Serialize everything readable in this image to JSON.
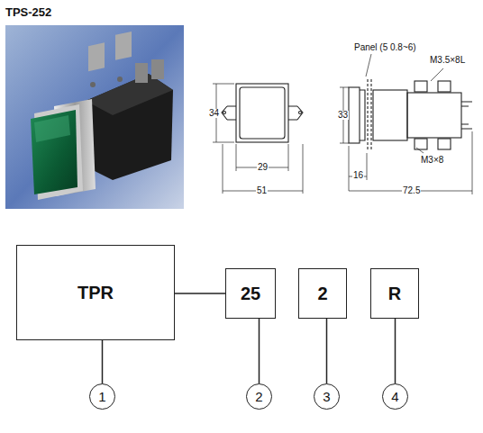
{
  "diagram": {
    "title": "TPS-252",
    "nodes": [
      {
        "text": [
          "TPR"
        ]
      },
      {
        "text": [
          "25"
        ]
      },
      {
        "text": [
          "2"
        ]
      },
      {
        "text": [
          "R"
        ]
      },
      {
        "text": [
          "1"
        ]
      },
      {
        "text": [
          "2"
        ]
      },
      {
        "text": [
          "3"
        ]
      },
      {
        "text": [
          "4"
        ]
      }
    ],
    "edges": [
      {
        "from": 0,
        "to": 1,
        "arrow": "none"
      },
      {
        "from": 0,
        "to": 4,
        "arrow": "none"
      },
      {
        "from": 1,
        "to": 5,
        "arrow": "none"
      },
      {
        "from": 2,
        "to": 6,
        "arrow": "none"
      },
      {
        "from": 3,
        "to": 7,
        "arrow": "none"
      }
    ],
    "labels": [
      "Panel (5 0.8~6)",
      "M3.5×8L",
      "34",
      "29",
      "51",
      "33",
      "M3×8",
      "16",
      "72.5"
    ]
  }
}
